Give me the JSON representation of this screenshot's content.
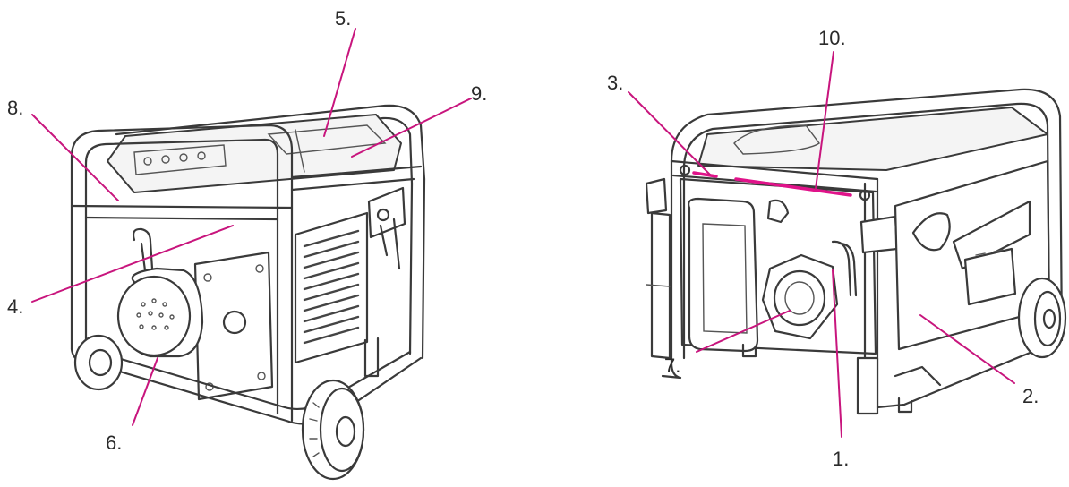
{
  "diagram": {
    "callouts": [
      {
        "id": "c1",
        "label": "1."
      },
      {
        "id": "c2",
        "label": "2."
      },
      {
        "id": "c3",
        "label": "3."
      },
      {
        "id": "c4",
        "label": "4."
      },
      {
        "id": "c5",
        "label": "5."
      },
      {
        "id": "c6",
        "label": "6."
      },
      {
        "id": "c7",
        "label": "7."
      },
      {
        "id": "c8",
        "label": "8."
      },
      {
        "id": "c9",
        "label": "9."
      },
      {
        "id": "c10",
        "label": "10."
      }
    ],
    "colors": {
      "leader": "#c8157d",
      "ink": "#3a3a3a",
      "highlight": "#e0138a"
    }
  }
}
